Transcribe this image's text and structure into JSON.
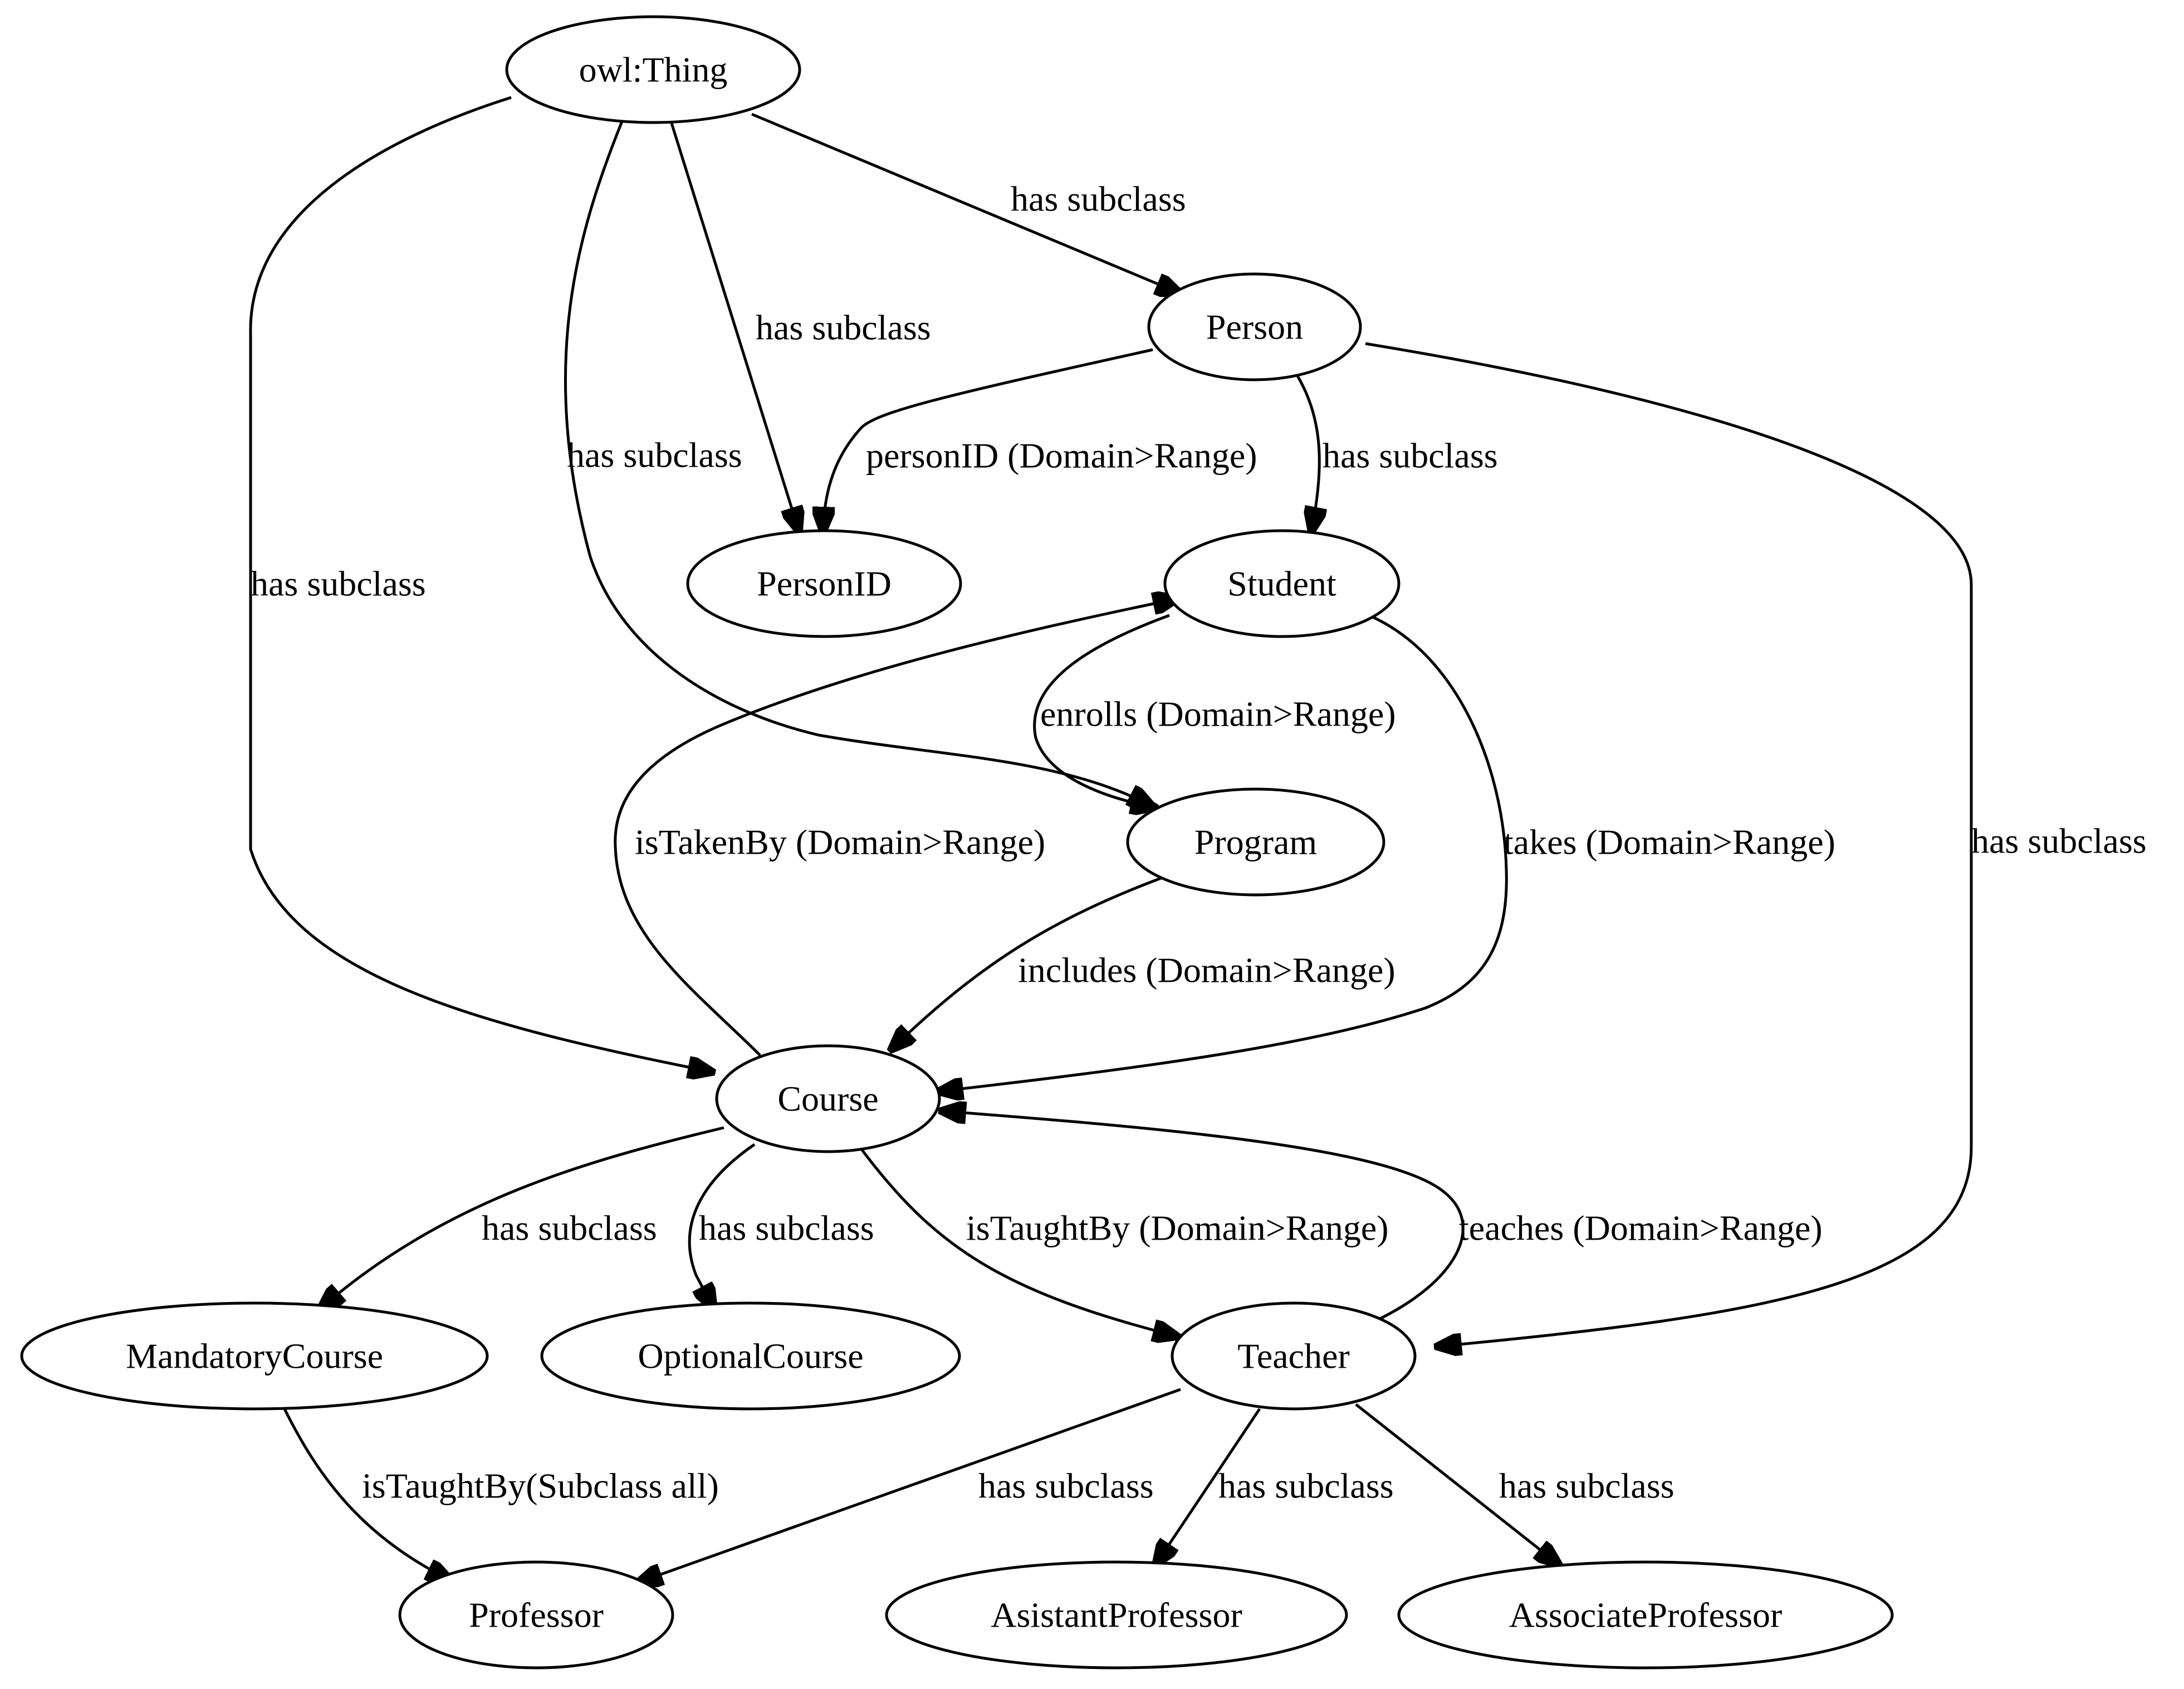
{
  "nodes": {
    "owl_thing": "owl:Thing",
    "person": "Person",
    "person_id": "PersonID",
    "student": "Student",
    "program": "Program",
    "course": "Course",
    "mandatory_course": "MandatoryCourse",
    "optional_course": "OptionalCourse",
    "teacher": "Teacher",
    "professor": "Professor",
    "asistant_professor": "AsistantProfessor",
    "associate_professor": "AssociateProfessor"
  },
  "edges": {
    "thing_person": "has subclass",
    "thing_personid": "has subclass",
    "thing_program": "has subclass",
    "thing_course": "has subclass",
    "person_personid": "personID (Domain>Range)",
    "person_student": "has subclass",
    "person_teacher": "has subclass",
    "student_program": "enrolls (Domain>Range)",
    "student_course": "takes (Domain>Range)",
    "course_student": "isTakenBy (Domain>Range)",
    "program_course": "includes (Domain>Range)",
    "course_mandatory": "has subclass",
    "course_optional": "has subclass",
    "course_teacher": "isTaughtBy (Domain>Range)",
    "teacher_course": "teaches (Domain>Range)",
    "mandatory_professor": "isTaughtBy(Subclass all)",
    "teacher_professor": "has subclass",
    "teacher_asistant": "has subclass",
    "teacher_associate": "has subclass"
  }
}
